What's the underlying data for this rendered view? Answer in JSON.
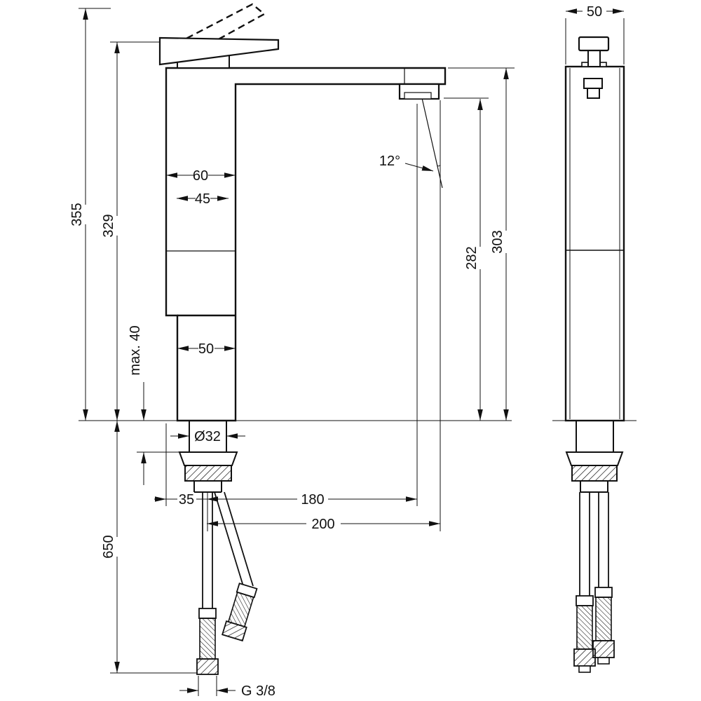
{
  "drawing": {
    "title": "faucet-dimension-drawing",
    "labels": {
      "total_height": "355",
      "height_to_handle": "329",
      "hose_length": "650",
      "counter_thickness": "max. 40",
      "body_width": "60",
      "handle_width": "45",
      "lower_body_width": "50",
      "shank_diameter": "Ø32",
      "front_offset": "35",
      "aerator_reach": "180",
      "spout_reach": "200",
      "spray_angle": "12°",
      "outlet_height": "282",
      "spout_top_height": "303",
      "connection_thread": "G 3/8",
      "side_depth": "50"
    }
  }
}
